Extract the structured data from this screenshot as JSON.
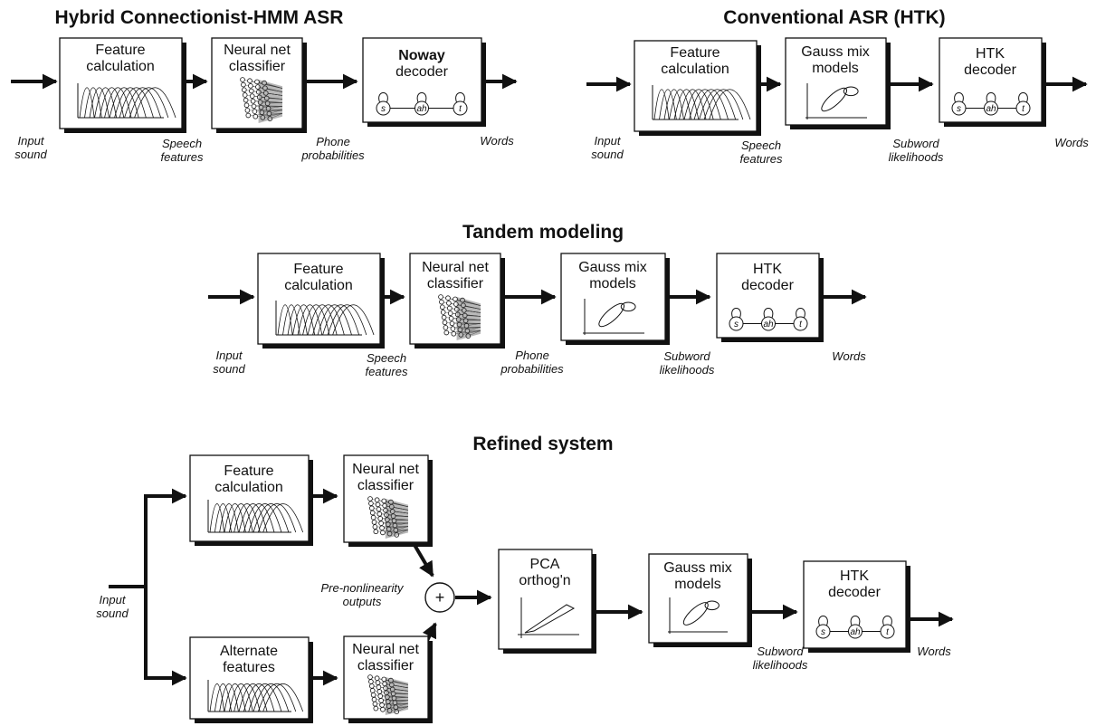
{
  "diagram": {
    "hybrid": {
      "title": "Hybrid Connectionist-HMM ASR",
      "boxes": [
        [
          "Feature",
          "calculation"
        ],
        [
          "Neural net",
          "classifier"
        ],
        [
          "Noway",
          "decoder"
        ]
      ],
      "labels": {
        "input": [
          "Input",
          "sound"
        ],
        "speech": [
          "Speech",
          "features"
        ],
        "phone": [
          "Phone",
          "probabilities"
        ],
        "words": "Words"
      }
    },
    "conventional": {
      "title": "Conventional ASR (HTK)",
      "boxes": [
        [
          "Feature",
          "calculation"
        ],
        [
          "Gauss mix",
          "models"
        ],
        [
          "HTK",
          "decoder"
        ]
      ],
      "labels": {
        "input": [
          "Input",
          "sound"
        ],
        "speech": [
          "Speech",
          "features"
        ],
        "subword": [
          "Subword",
          "likelihoods"
        ],
        "words": "Words"
      }
    },
    "tandem": {
      "title": "Tandem modeling",
      "boxes": [
        [
          "Feature",
          "calculation"
        ],
        [
          "Neural net",
          "classifier"
        ],
        [
          "Gauss mix",
          "models"
        ],
        [
          "HTK",
          "decoder"
        ]
      ],
      "labels": {
        "input": [
          "Input",
          "sound"
        ],
        "speech": [
          "Speech",
          "features"
        ],
        "phone": [
          "Phone",
          "probabilities"
        ],
        "subword": [
          "Subword",
          "likelihoods"
        ],
        "words": "Words"
      }
    },
    "refined": {
      "title": "Refined system",
      "boxes": {
        "feature": [
          "Feature",
          "calculation"
        ],
        "nn_top": [
          "Neural net",
          "classifier"
        ],
        "alternate": [
          "Alternate",
          "features"
        ],
        "nn_bottom": [
          "Neural net",
          "classifier"
        ],
        "pca": [
          "PCA",
          "orthog'n"
        ],
        "gauss": [
          "Gauss mix",
          "models"
        ],
        "htk": [
          "HTK",
          "decoder"
        ]
      },
      "sum_symbol": "+",
      "labels": {
        "input": [
          "Input",
          "sound"
        ],
        "prenonlin": [
          "Pre-nonlinearity",
          "outputs"
        ],
        "subword": [
          "Subword",
          "likelihoods"
        ],
        "words": "Words"
      }
    },
    "hmm_states": [
      "s",
      "ah",
      "t"
    ]
  }
}
